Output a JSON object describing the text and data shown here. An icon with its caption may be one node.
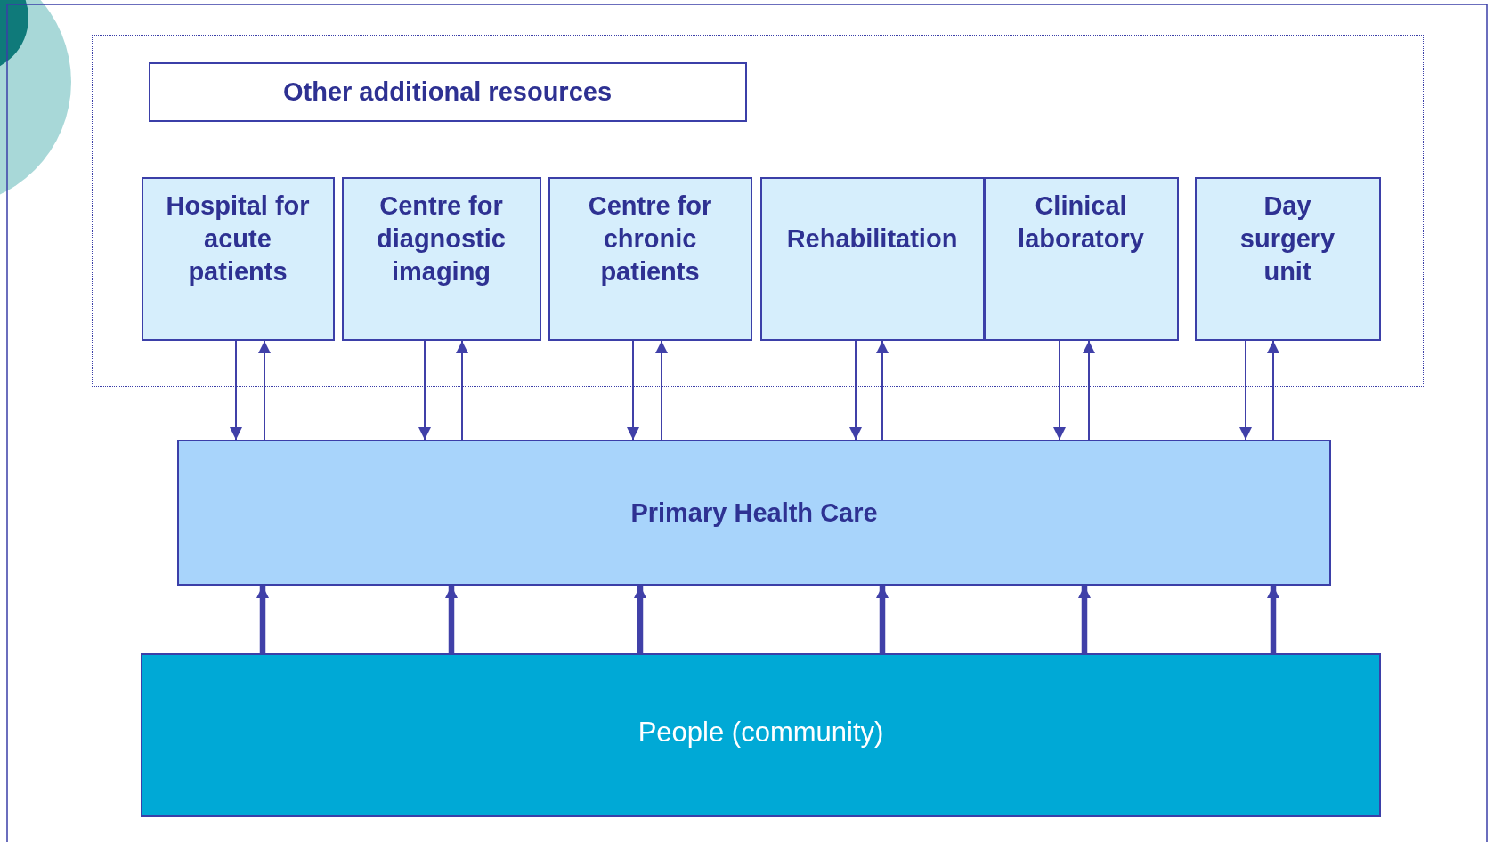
{
  "diagram": {
    "nodes": [
      {
        "text": [],
        "shape": "box"
      },
      {
        "text": [
          "Other additional resources"
        ],
        "in": 0
      },
      {
        "text": [
          "Hospital for acute patients"
        ],
        "in": 0
      },
      {
        "text": [
          "Centre for diagnostic imaging"
        ],
        "in": 0
      },
      {
        "text": [
          "Centre for chronic patients"
        ],
        "in": 0
      },
      {
        "text": [
          "Rehabilitation"
        ],
        "in": 0
      },
      {
        "text": [
          "Clinical laboratory"
        ],
        "in": 0
      },
      {
        "text": [
          "Day surgery unit"
        ],
        "in": 0
      },
      {
        "text": [
          "Primary Health Care"
        ]
      },
      {
        "text": [
          "People (community)"
        ]
      }
    ],
    "edges": [
      {
        "from": 2,
        "to": 8,
        "arrow": "to"
      },
      {
        "from": 8,
        "to": 2,
        "arrow": "to"
      },
      {
        "from": 3,
        "to": 8,
        "arrow": "to"
      },
      {
        "from": 8,
        "to": 3,
        "arrow": "to"
      },
      {
        "from": 4,
        "to": 8,
        "arrow": "to"
      },
      {
        "from": 8,
        "to": 4,
        "arrow": "to"
      },
      {
        "from": 5,
        "to": 8,
        "arrow": "to"
      },
      {
        "from": 8,
        "to": 5,
        "arrow": "to"
      },
      {
        "from": 6,
        "to": 8,
        "arrow": "to"
      },
      {
        "from": 8,
        "to": 6,
        "arrow": "to"
      },
      {
        "from": 7,
        "to": 8,
        "arrow": "to"
      },
      {
        "from": 8,
        "to": 7,
        "arrow": "to"
      },
      {
        "from": 9,
        "to": 8,
        "arrow": "to",
        "style": "thick"
      },
      {
        "from": 9,
        "to": 8,
        "arrow": "to",
        "style": "thick"
      },
      {
        "from": 9,
        "to": 8,
        "arrow": "to",
        "style": "thick"
      },
      {
        "from": 9,
        "to": 8,
        "arrow": "to",
        "style": "thick"
      },
      {
        "from": 9,
        "to": 8,
        "arrow": "to",
        "style": "thick"
      },
      {
        "from": 9,
        "to": 8,
        "arrow": "to",
        "style": "thick"
      }
    ]
  }
}
